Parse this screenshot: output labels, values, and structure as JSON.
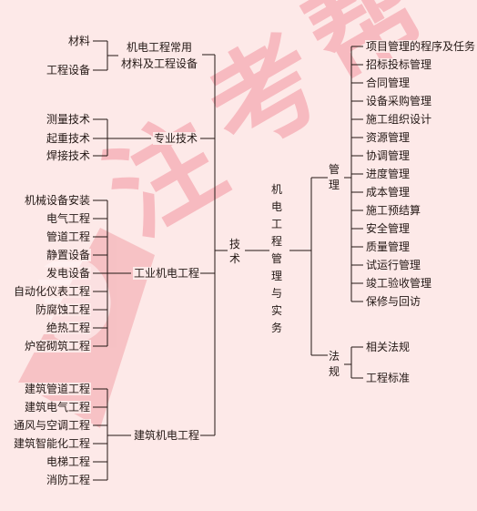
{
  "watermark": {
    "text": "注考帮",
    "color": "#e8455a"
  },
  "root": {
    "label": "机电工程管理与实务"
  },
  "branches": {
    "technology": {
      "label": "技术",
      "groups": {
        "materials": {
          "label_line1": "机电工程常用",
          "label_line2": "材料及工程设备",
          "items": [
            "材料",
            "工程设备"
          ]
        },
        "professional": {
          "label": "专业技术",
          "items": [
            "测量技术",
            "起重技术",
            "焊接技术"
          ]
        },
        "industrial": {
          "label": "工业机电工程",
          "items": [
            "机械设备安装",
            "电气工程",
            "管道工程",
            "静置设备",
            "发电设备",
            "自动化仪表工程",
            "防腐蚀工程",
            "绝热工程",
            "炉窑砌筑工程"
          ]
        },
        "building": {
          "label": "建筑机电工程",
          "items": [
            "建筑管道工程",
            "建筑电气工程",
            "通风与空调工程",
            "建筑智能化工程",
            "电梯工程",
            "消防工程"
          ]
        }
      }
    },
    "management": {
      "label": "管理",
      "items": [
        "项目管理的程序及任务",
        "招标投标管理",
        "合同管理",
        "设备采购管理",
        "施工组织设计",
        "资源管理",
        "协调管理",
        "进度管理",
        "成本管理",
        "施工预结算",
        "安全管理",
        "质量管理",
        "试运行管理",
        "竣工验收管理",
        "保修与回访"
      ]
    },
    "regulations": {
      "label": "法规",
      "items": [
        "相关法规",
        "工程标准"
      ]
    }
  }
}
